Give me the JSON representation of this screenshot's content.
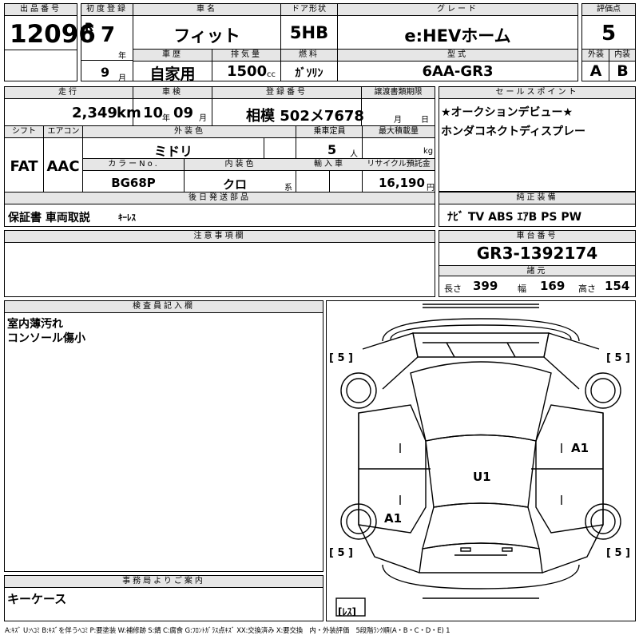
{
  "hdr": {
    "lot_label": "出品番号",
    "lot": "12096",
    "first_reg_label": "初度登録",
    "era": "R",
    "year": "7",
    "year_unit": "年",
    "month": "9",
    "month_unit": "月",
    "car_name_label": "車名",
    "car_name": "フィット",
    "door_label": "ドア形状",
    "door": "5HB",
    "grade_label": "グレード",
    "grade": "e:HEVホーム",
    "score_label": "評価点",
    "score": "5",
    "history_label": "車歴",
    "history": "自家用",
    "disp_label": "排気量",
    "disp": "1500",
    "disp_unit": "cc",
    "fuel_label": "燃料",
    "fuel": "ｶﾞｿﾘﾝ",
    "model_label": "型式",
    "model": "6AA-GR3",
    "ext_label": "外装",
    "ext": "A",
    "int_label": "内装",
    "int": "B"
  },
  "row2": {
    "mileage_label": "走行",
    "mileage": "2,349",
    "mileage_unit": "km",
    "inspect_label": "車検",
    "inspect_y": "10",
    "inspect_y_unit": "年",
    "inspect_m": "09",
    "inspect_m_unit": "月",
    "reg_label": "登録番号",
    "reg": "相模 502メ7678",
    "transfer_label": "譲渡書類期限",
    "transfer_m": "月",
    "transfer_d": "日",
    "sales_label": "セールスポイント",
    "sales": [
      "★オークションデビュー★",
      "ホンダコネクトディスプレー"
    ]
  },
  "row3": {
    "shift_label": "シフト",
    "shift": "FAT",
    "ac_label": "エアコン",
    "ac": "AAC",
    "color_label": "外装色",
    "color": "ミドリ",
    "capacity_label": "乗車定員",
    "capacity": "5",
    "capacity_unit": "人",
    "load_label": "最大積載量",
    "load_unit": "kg",
    "colorno_label": "カラーNo.",
    "colorno": "BG68P",
    "interior_label": "内装色",
    "interior": "クロ",
    "interior_unit": "系",
    "import_label": "輸入車",
    "recycle_label": "リサイクル預託金",
    "recycle": "16,190",
    "recycle_unit": "円"
  },
  "parts": {
    "label": "後日発送部品",
    "value": "保証書 車両取説",
    "value2": "ｷｰﾚｽ"
  },
  "equip": {
    "label": "純正装備",
    "value": "ﾅﾋﾞ TV ABS ｴｱB PS PW"
  },
  "notes": {
    "label": "注意事項欄"
  },
  "chassis": {
    "label": "車台番号",
    "value": "GR3-1392174",
    "dims_label": "諸元",
    "len_label": "長さ",
    "len": "399",
    "wid_label": "幅",
    "wid": "169",
    "hgt_label": "高さ",
    "hgt": "154"
  },
  "inspector": {
    "label": "検査員記入欄",
    "lines": [
      "室内薄汚れ",
      "コンソール傷小"
    ]
  },
  "office": {
    "label": "事務局よりご案内",
    "value": "キーケース"
  },
  "diagram": {
    "tire_fl": "[ 5 ]",
    "tire_fr": "[ 5 ]",
    "tire_rl": "[ 5 ]",
    "tire_rr": "[ 5 ]",
    "mark_u1": "U1",
    "mark_a1_right": "A1",
    "mark_a1_left": "A1",
    "spare": "[ﾚｽ]"
  },
  "legend": "A:ｷｽﾞ U:ﾍｺﾐ B:ｷｽﾞを伴うﾍｺﾐ P:要塗装 W:補修跡 S:錆 C:腐食 G:ﾌﾛﾝﾄｶﾞﾗｽ点ｷｽﾞ XX:交換済み X:要交換　内・外装評価　5段階ﾗﾝｸ順(A・B・C・D・E) 1"
}
